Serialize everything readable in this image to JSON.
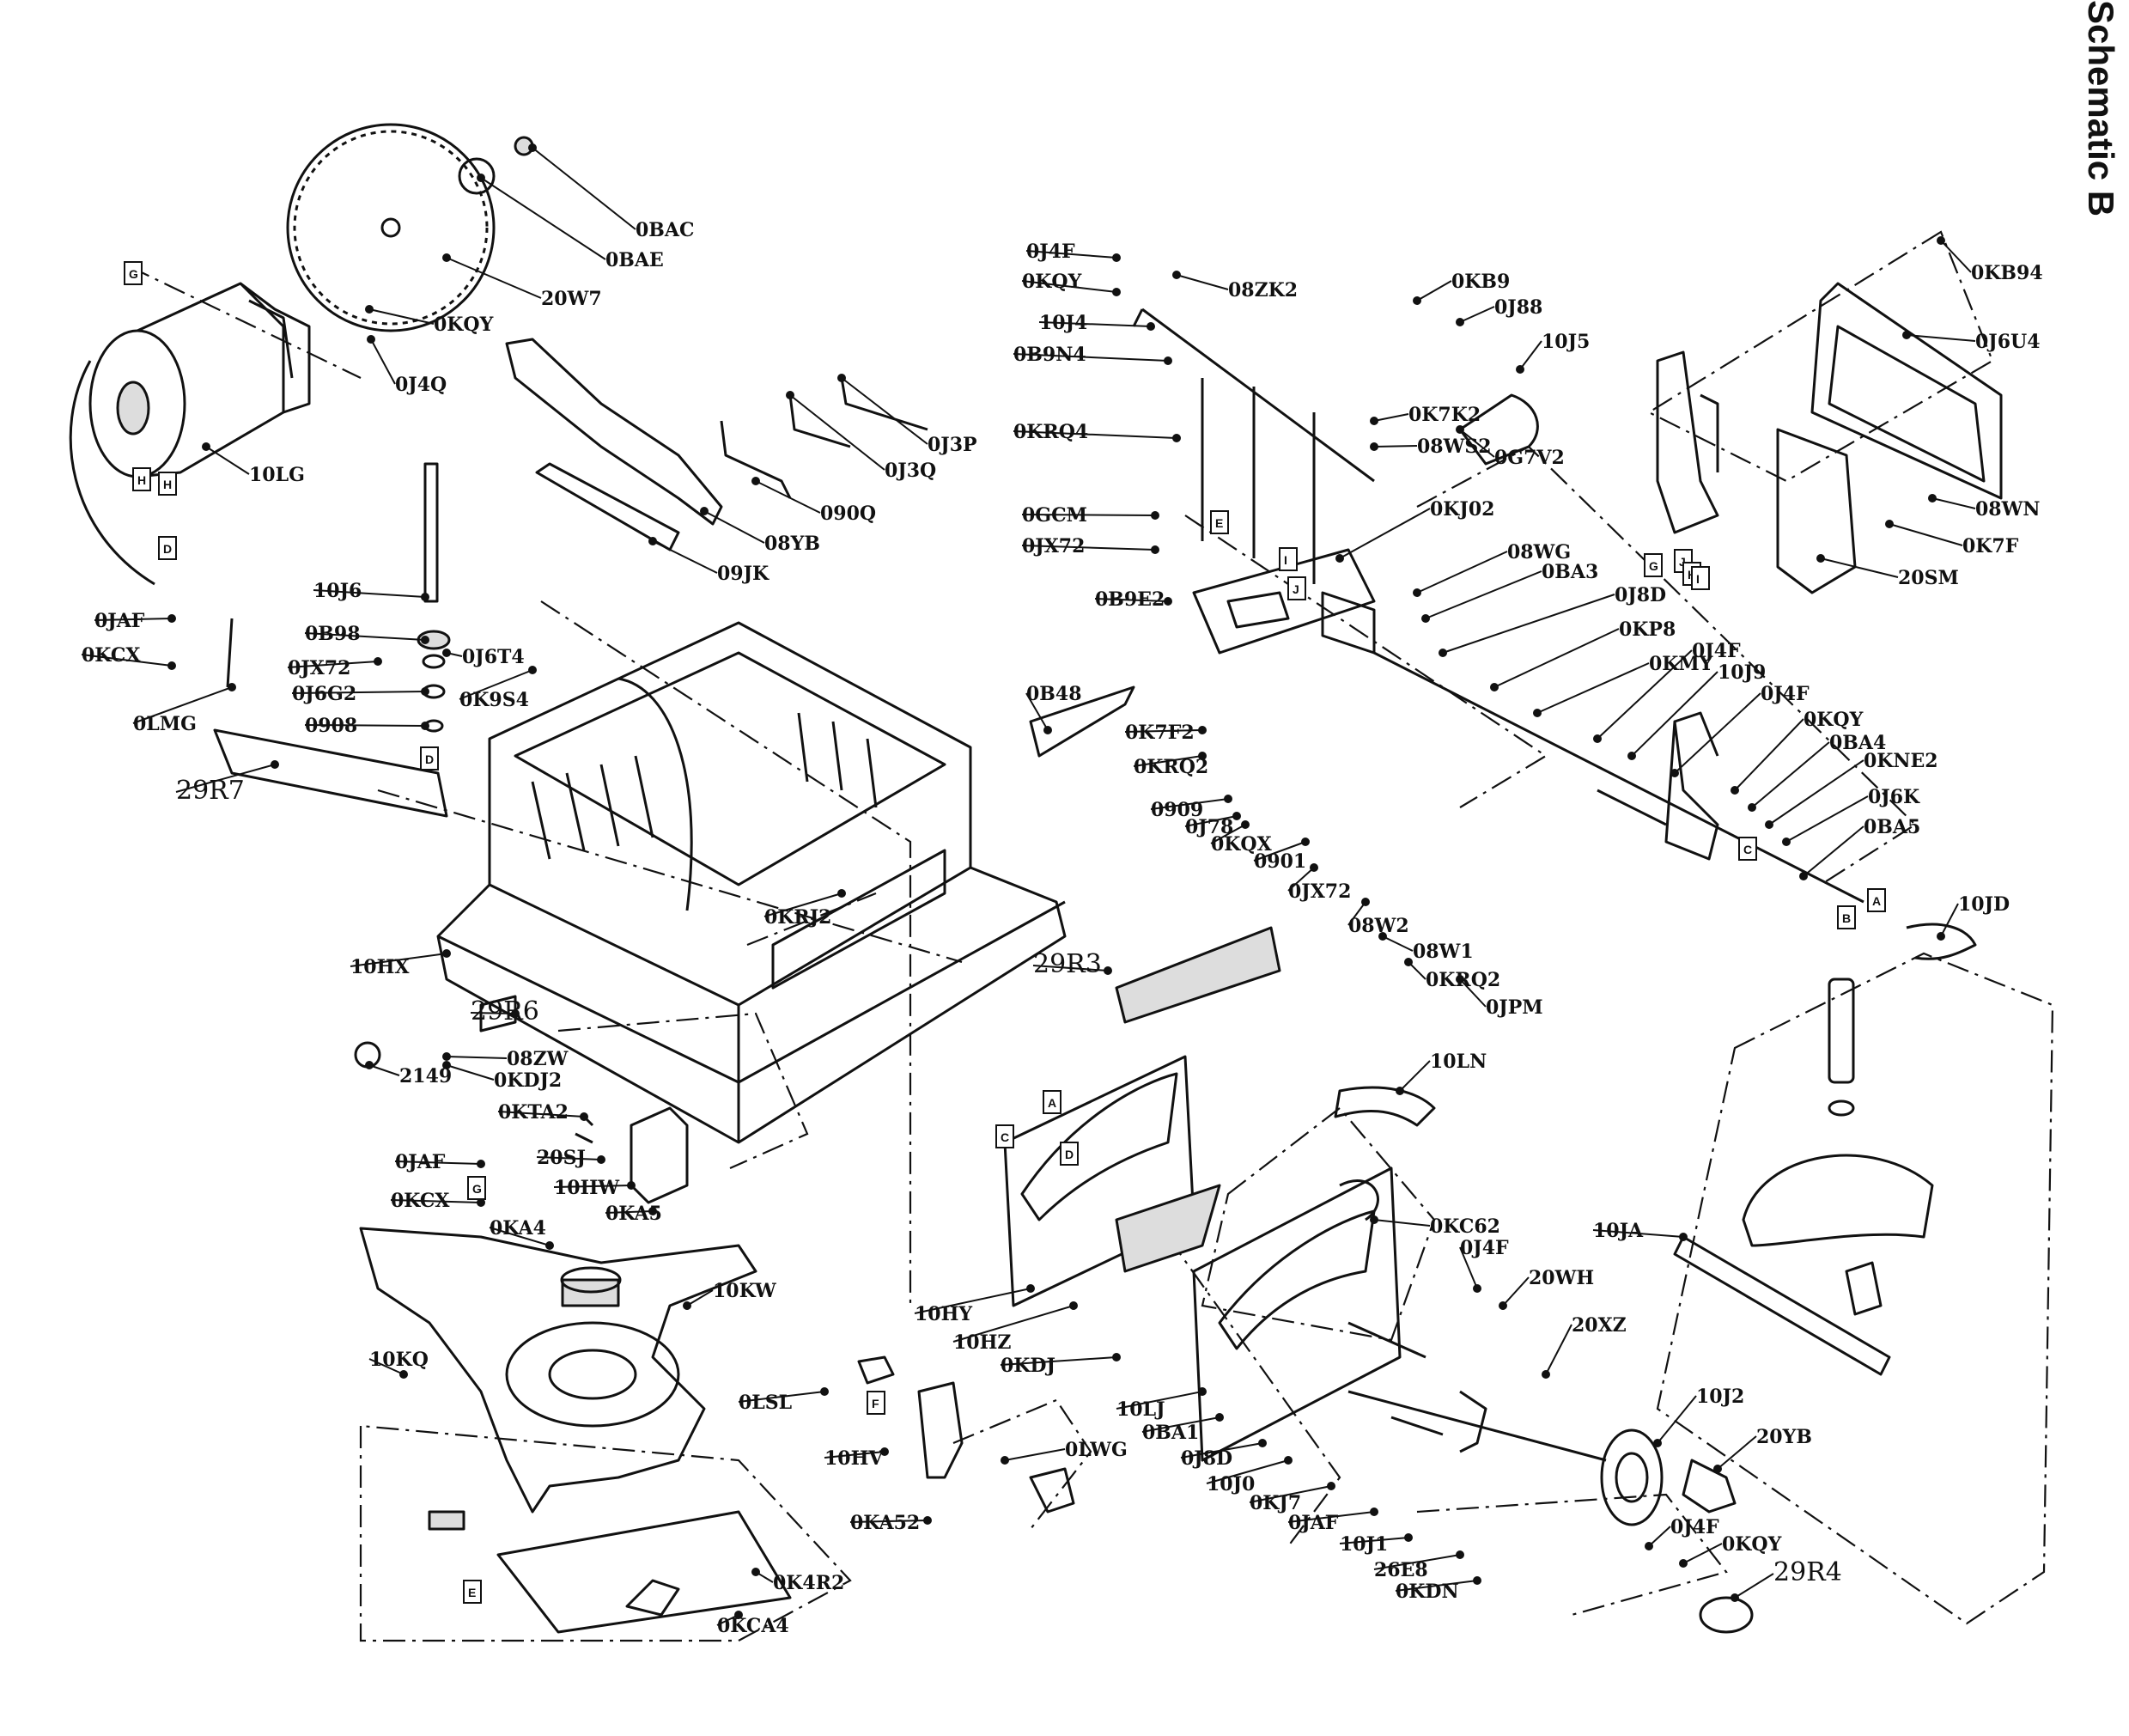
{
  "title": "Schematic B",
  "labels": [
    "0BAC",
    "0BAE",
    "20W7",
    "0KQY",
    "0J4Q",
    "10LG",
    "0JAF",
    "0KCX",
    "0LMG",
    "10J6",
    "0B98",
    "0J6T4",
    "0JX72",
    "0J6G2",
    "0K9S4",
    "0908",
    "29R7",
    "0J3P",
    "0J3Q",
    "090Q",
    "08YB",
    "09JK",
    "0J4F",
    "0KQY",
    "08ZK2",
    "10J4",
    "0B9N4",
    "0KRQ4",
    "0KB9",
    "0J88",
    "10J5",
    "0K7K2",
    "08WS2",
    "0G7V2",
    "0GCM",
    "0JX72",
    "0KJ02",
    "0KB94",
    "0J6U4",
    "08WN",
    "0K7F",
    "20SM",
    "0B9E2",
    "08WG",
    "0BA3",
    "0J8D",
    "0KP8",
    "0KMY",
    "0J4F",
    "10J9",
    "0J4F",
    "0KQY",
    "0BA4",
    "0KNE2",
    "0J6K",
    "0BA5",
    "0B48",
    "0K7F2",
    "0KRQ2",
    "0909",
    "0J78",
    "0KQX",
    "0901",
    "0JX72",
    "08W2",
    "08W1",
    "0KRQ2",
    "0JPM",
    "0KRJ2",
    "10HX",
    "29R6",
    "08ZW",
    "2149",
    "0KDJ2",
    "0KTA2",
    "29R3",
    "10JD",
    "0JAF",
    "20SJ",
    "0KCX",
    "10HW",
    "0KA5",
    "0KA4",
    "10KW",
    "10KQ",
    "0LSL",
    "10HV",
    "0LWG",
    "0KA52",
    "0K4R2",
    "0KCA4",
    "10LN",
    "10HY",
    "10HZ",
    "0KDJ",
    "0KC62",
    "10JA",
    "0J4F",
    "20WH",
    "20XZ",
    "10LJ",
    "0BA1",
    "0J8D",
    "10J0",
    "0KJ7",
    "0JAF",
    "10J1",
    "26E8",
    "0KDN",
    "10J2",
    "20YB",
    "0J4F",
    "0KQY",
    "29R4"
  ],
  "tags": [
    "G",
    "H",
    "H",
    "D",
    "D",
    "E",
    "I",
    "J",
    "J",
    "G",
    "H",
    "I",
    "A",
    "C",
    "D",
    "F",
    "G",
    "E",
    "C",
    "B",
    "A"
  ]
}
